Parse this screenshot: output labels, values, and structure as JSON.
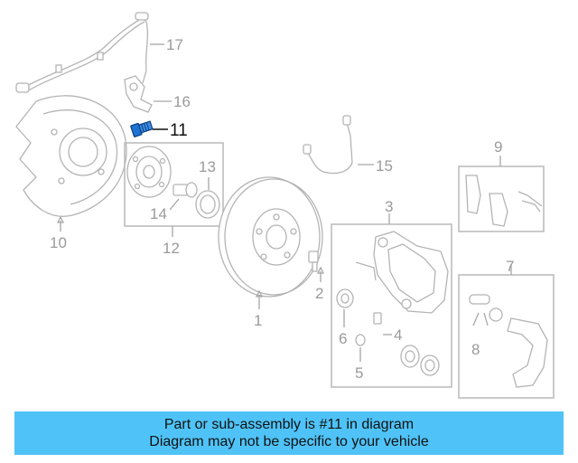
{
  "callouts": [
    {
      "id": "1",
      "label": "1"
    },
    {
      "id": "2",
      "label": "2"
    },
    {
      "id": "3",
      "label": "3"
    },
    {
      "id": "4",
      "label": "4"
    },
    {
      "id": "5",
      "label": "5"
    },
    {
      "id": "6",
      "label": "6"
    },
    {
      "id": "7",
      "label": "7"
    },
    {
      "id": "8",
      "label": "8"
    },
    {
      "id": "9",
      "label": "9"
    },
    {
      "id": "10",
      "label": "10"
    },
    {
      "id": "11",
      "label": "11"
    },
    {
      "id": "12",
      "label": "12"
    },
    {
      "id": "13",
      "label": "13"
    },
    {
      "id": "14",
      "label": "14"
    },
    {
      "id": "15",
      "label": "15"
    },
    {
      "id": "16",
      "label": "16"
    },
    {
      "id": "17",
      "label": "17"
    }
  ],
  "highlight": {
    "part": "11",
    "color": "#1e73d2"
  },
  "banner": {
    "line1": "Part or sub-assembly is #11 in diagram",
    "line2": "Diagram may not be specific to your vehicle",
    "background": "#4fc3f7"
  }
}
